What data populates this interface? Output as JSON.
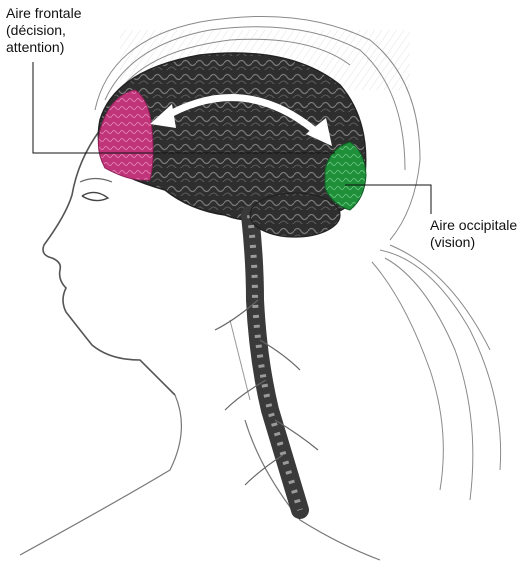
{
  "labels": {
    "frontal": {
      "line1": "Aire frontale",
      "line2": "(décision,",
      "line3": "attention)"
    },
    "occipital": {
      "line1": "Aire occipitale",
      "line2": "(vision)"
    }
  },
  "colors": {
    "frontal_area": "#c0357a",
    "occipital_area": "#1f8f3a",
    "brain": "#3a3a3a",
    "sketch_line": "#8a8a8a",
    "leader_line": "#111111",
    "arrow": "#ffffff"
  },
  "icons": {
    "arrow": "double-headed-curved-arrow"
  }
}
